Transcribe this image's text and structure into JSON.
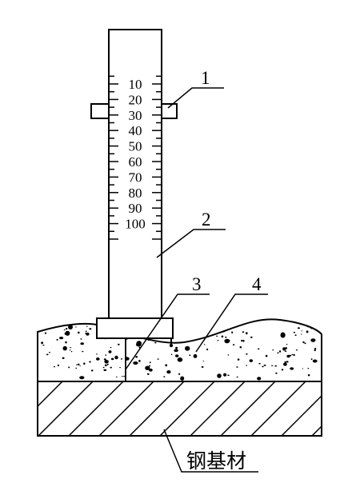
{
  "scale": {
    "tick_labels": [
      "10",
      "20",
      "30",
      "40",
      "50",
      "60",
      "70",
      "80",
      "90",
      "100"
    ]
  },
  "callouts": [
    {
      "id": "1",
      "label": "1"
    },
    {
      "id": "2",
      "label": "2"
    },
    {
      "id": "3",
      "label": "3"
    },
    {
      "id": "4",
      "label": "4"
    }
  ],
  "substrate": {
    "label": "钢基材"
  }
}
